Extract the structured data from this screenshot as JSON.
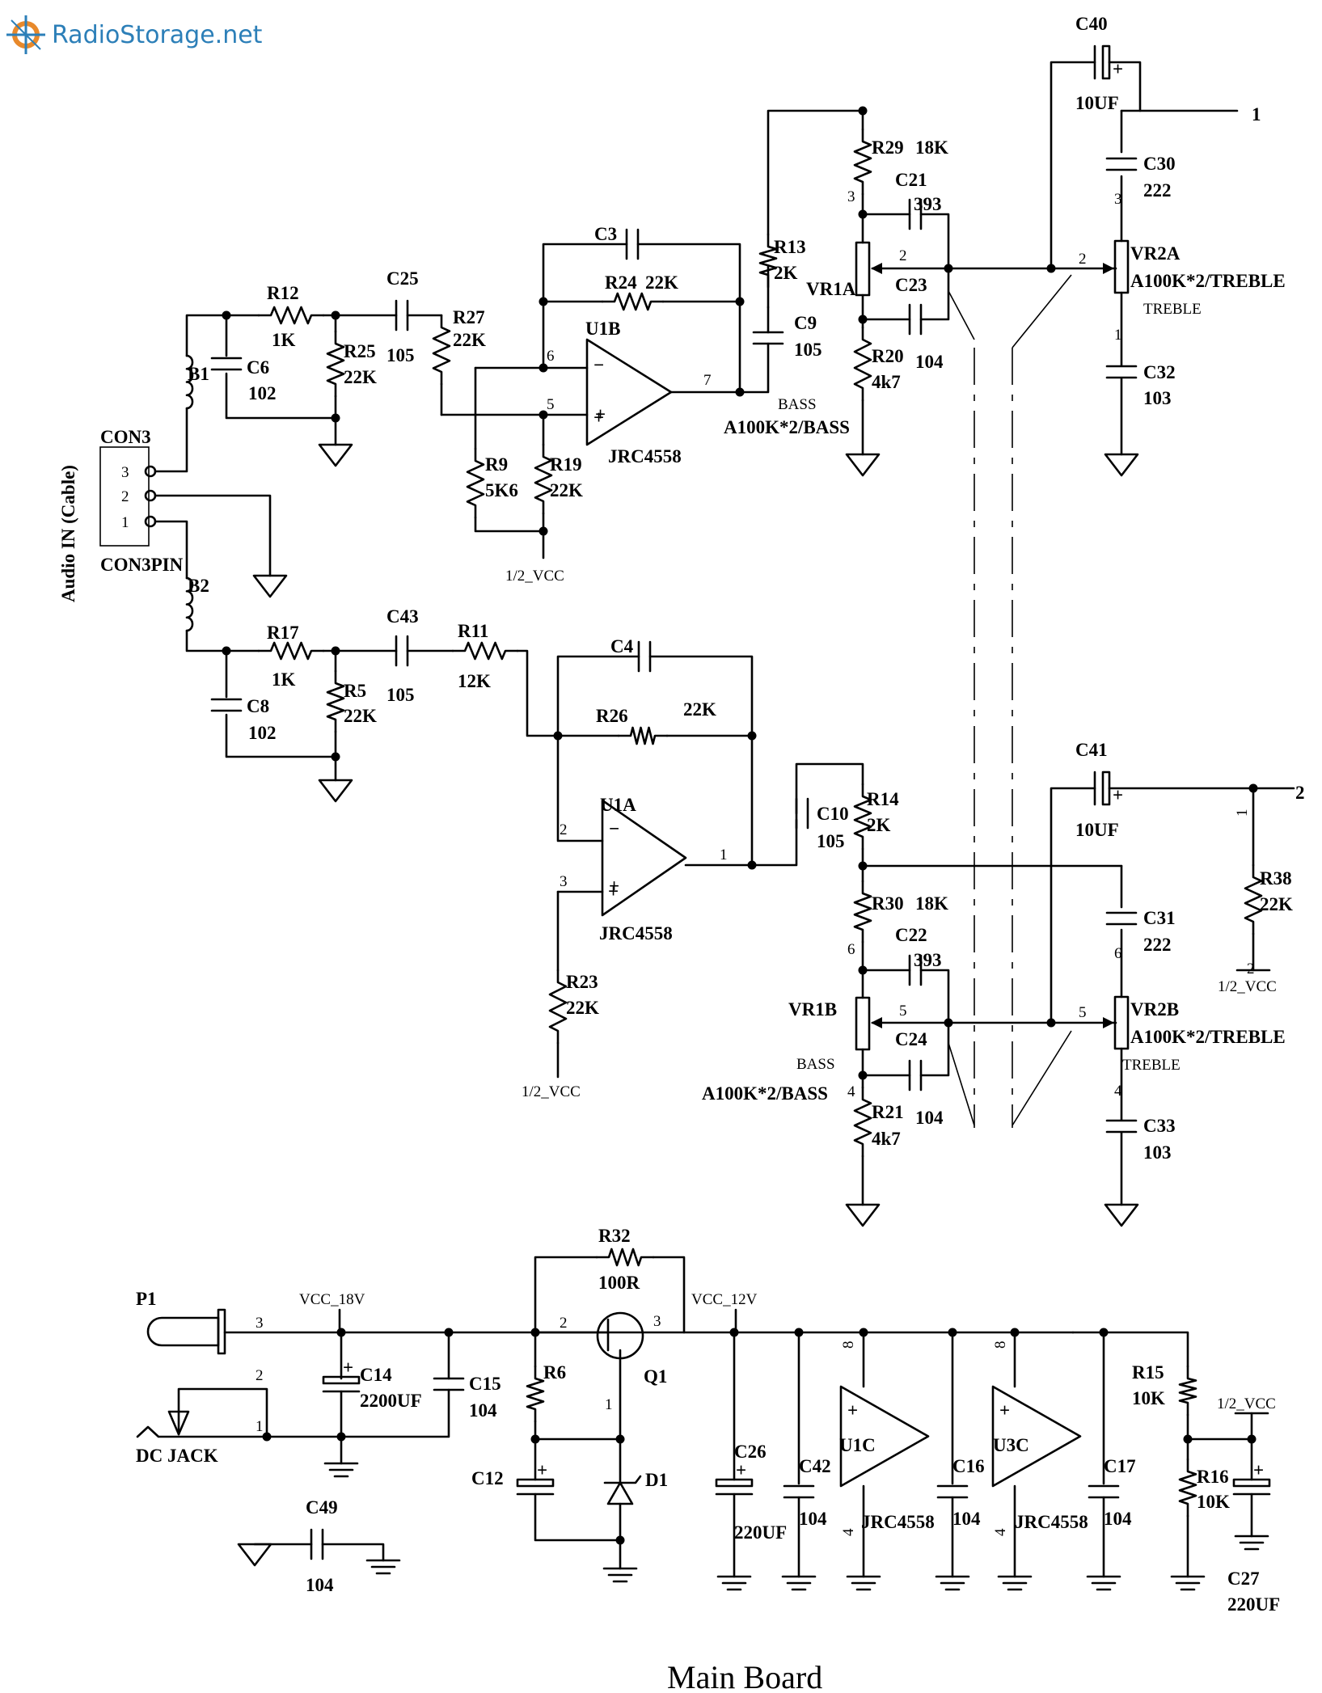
{
  "watermark": {
    "site": "RadioStorage.net",
    "logo_icon": "radio-storage-logo-icon",
    "brand_color": "#2c7fb8",
    "logo_color": "#e8892b"
  },
  "caption": "Main Board",
  "connector": {
    "name": "CON3",
    "type": "CON3PIN",
    "side_label": "Audio IN (Cable)",
    "pins": [
      "3",
      "2",
      "1"
    ]
  },
  "outputs": [
    "1",
    "2"
  ],
  "nets": {
    "half_vcc": "1/2_VCC",
    "vcc18": "VCC_18V",
    "vcc12": "VCC_12V"
  },
  "components": [
    {
      "ref": "B1",
      "value": ""
    },
    {
      "ref": "B2",
      "value": ""
    },
    {
      "ref": "R12",
      "value": "1K"
    },
    {
      "ref": "C6",
      "value": "102"
    },
    {
      "ref": "R25",
      "value": "22K"
    },
    {
      "ref": "C25",
      "value": "105"
    },
    {
      "ref": "R27",
      "value": "22K"
    },
    {
      "ref": "R9",
      "value": "5K6"
    },
    {
      "ref": "R19",
      "value": "22K"
    },
    {
      "ref": "C3",
      "value": ""
    },
    {
      "ref": "R24",
      "value": "22K"
    },
    {
      "ref": "U1B",
      "value": "JRC4558"
    },
    {
      "ref": "R13",
      "value": "2K"
    },
    {
      "ref": "C9",
      "value": "105"
    },
    {
      "ref": "R29",
      "value": "18K"
    },
    {
      "ref": "C21",
      "value": "393"
    },
    {
      "ref": "VR1A",
      "value": "A100K*2/BASS",
      "label": "BASS"
    },
    {
      "ref": "C23",
      "value": "104"
    },
    {
      "ref": "R20",
      "value": "4k7"
    },
    {
      "ref": "C40",
      "value": "10UF"
    },
    {
      "ref": "C30",
      "value": "222"
    },
    {
      "ref": "VR2A",
      "value": "A100K*2/TREBLE",
      "label": "TREBLE"
    },
    {
      "ref": "C32",
      "value": "103"
    },
    {
      "ref": "R17",
      "value": "1K"
    },
    {
      "ref": "C8",
      "value": "102"
    },
    {
      "ref": "R5",
      "value": "22K"
    },
    {
      "ref": "C43",
      "value": "105"
    },
    {
      "ref": "R11",
      "value": "12K"
    },
    {
      "ref": "C4",
      "value": ""
    },
    {
      "ref": "R26",
      "value": "22K"
    },
    {
      "ref": "U1A",
      "value": "JRC4558"
    },
    {
      "ref": "R23",
      "value": "22K"
    },
    {
      "ref": "C10",
      "value": "105"
    },
    {
      "ref": "R14",
      "value": "2K"
    },
    {
      "ref": "R30",
      "value": "18K"
    },
    {
      "ref": "C22",
      "value": "393"
    },
    {
      "ref": "VR1B",
      "value": "A100K*2/BASS",
      "label": "BASS"
    },
    {
      "ref": "C24",
      "value": "104"
    },
    {
      "ref": "R21",
      "value": "4k7"
    },
    {
      "ref": "C41",
      "value": "10UF"
    },
    {
      "ref": "C31",
      "value": "222"
    },
    {
      "ref": "VR2B",
      "value": "A100K*2/TREBLE",
      "label": "TREBLE"
    },
    {
      "ref": "C33",
      "value": "103"
    },
    {
      "ref": "R38",
      "value": "22K"
    },
    {
      "ref": "P1",
      "value": ""
    },
    {
      "ref": "DC JACK",
      "value": ""
    },
    {
      "ref": "C14",
      "value": "2200UF"
    },
    {
      "ref": "C15",
      "value": "104"
    },
    {
      "ref": "C49",
      "value": "104"
    },
    {
      "ref": "R32",
      "value": "100R"
    },
    {
      "ref": "Q1",
      "value": ""
    },
    {
      "ref": "R6",
      "value": ""
    },
    {
      "ref": "C12",
      "value": ""
    },
    {
      "ref": "D1",
      "value": ""
    },
    {
      "ref": "C26",
      "value": "220UF"
    },
    {
      "ref": "C42",
      "value": "104"
    },
    {
      "ref": "U1C",
      "value": "JRC4558"
    },
    {
      "ref": "C16",
      "value": "104"
    },
    {
      "ref": "U3C",
      "value": "JRC4558"
    },
    {
      "ref": "C17",
      "value": "104"
    },
    {
      "ref": "R15",
      "value": "10K"
    },
    {
      "ref": "R16",
      "value": "10K"
    },
    {
      "ref": "C27",
      "value": "220UF"
    }
  ],
  "pin_numbers": {
    "u1b": [
      "6",
      "5",
      "7"
    ],
    "u1a": [
      "2",
      "3",
      "1"
    ],
    "vr1a": [
      "3",
      "2"
    ],
    "vr2a": [
      "3",
      "2",
      "1"
    ],
    "vr1b": [
      "6",
      "5",
      "4"
    ],
    "vr2b": [
      "6",
      "5",
      "4"
    ],
    "r38": [
      "1",
      "2"
    ],
    "p1": [
      "3",
      "2",
      "1"
    ],
    "q1": [
      "2",
      "3",
      "1"
    ],
    "u1c": [
      "8",
      "4"
    ],
    "u3c": [
      "8",
      "4"
    ]
  }
}
